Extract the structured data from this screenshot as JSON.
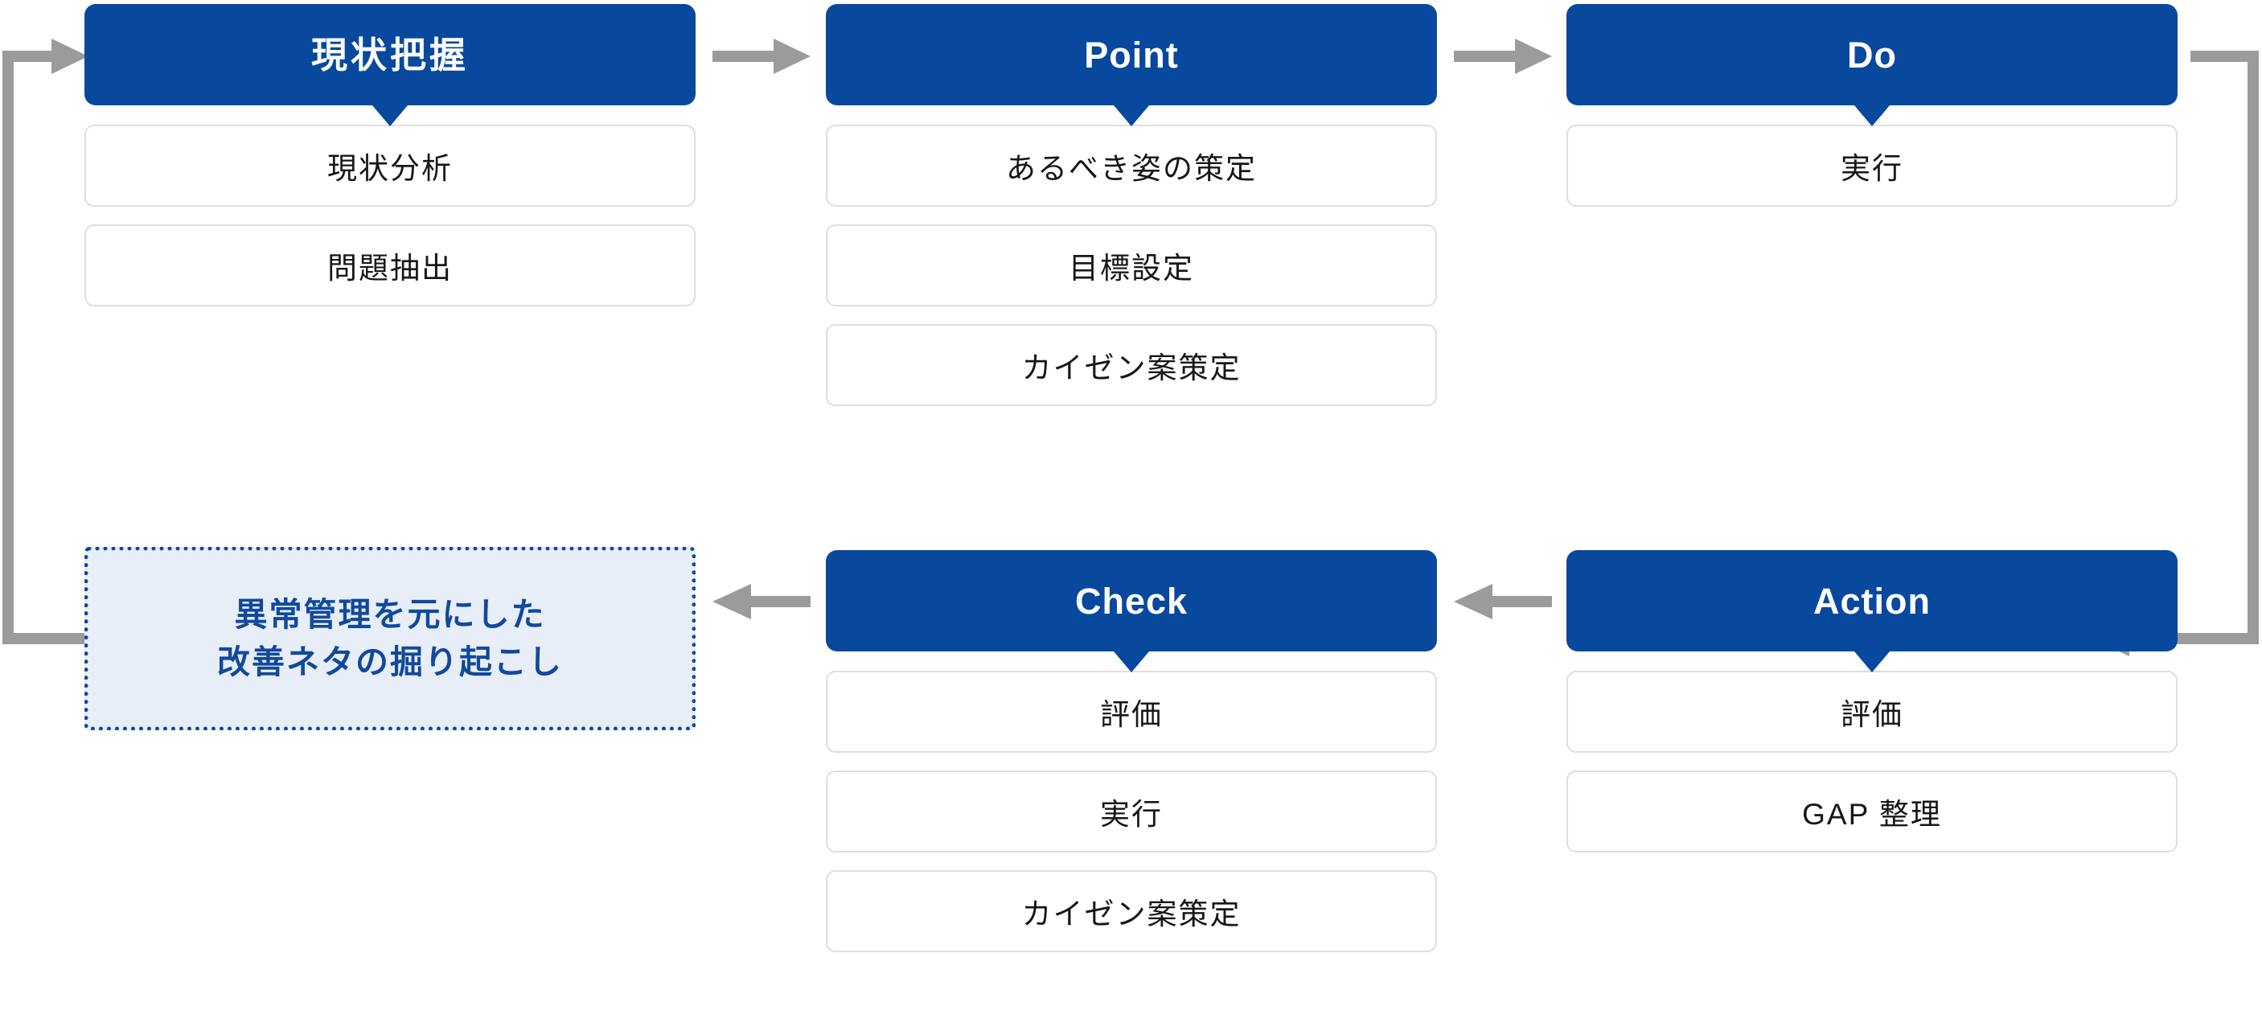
{
  "diagram": {
    "title": "PDCA cycle flow",
    "colors": {
      "header_blue": "#08499D",
      "callout_fill": "#E8EEF7",
      "callout_border": "#11499D",
      "callout_text": "#11499D",
      "sub_box_border": "#DEDEDE",
      "sub_box_text": "#171717",
      "arrow_gray": "#9B9B9B",
      "background": "#FFFFFF"
    },
    "columns": [
      {
        "id": "genjo-haaku",
        "header": "現状把握",
        "header_is_japanese": true,
        "items": [
          "現状分析",
          "問題抽出"
        ]
      },
      {
        "id": "point",
        "header": "Point",
        "header_is_japanese": false,
        "items": [
          "あるべき姿の策定",
          "目標設定",
          "カイゼン案策定"
        ]
      },
      {
        "id": "do",
        "header": "Do",
        "header_is_japanese": false,
        "items": [
          "実行"
        ]
      },
      {
        "id": "check",
        "header": "Check",
        "header_is_japanese": false,
        "items": [
          "評価",
          "実行",
          "カイゼン案策定"
        ]
      },
      {
        "id": "action",
        "header": "Action",
        "header_is_japanese": false,
        "items": [
          "評価",
          "GAP 整理"
        ]
      }
    ],
    "callout": {
      "id": "ijou-kanri",
      "lines": [
        "異常管理を元にした",
        "改善ネタの掘り起こし"
      ]
    },
    "connectors": [
      {
        "id": "genjo-to-point",
        "kind": "straight-arrow",
        "direction": "right"
      },
      {
        "id": "point-to-do",
        "kind": "straight-arrow",
        "direction": "right"
      },
      {
        "id": "do-to-action",
        "kind": "elbow-arrow",
        "direction": "right-down-left"
      },
      {
        "id": "action-to-check",
        "kind": "straight-arrow",
        "direction": "left"
      },
      {
        "id": "check-to-callout",
        "kind": "straight-arrow",
        "direction": "left"
      },
      {
        "id": "callout-to-genjo",
        "kind": "elbow-arrow",
        "direction": "left-up-right"
      }
    ]
  }
}
